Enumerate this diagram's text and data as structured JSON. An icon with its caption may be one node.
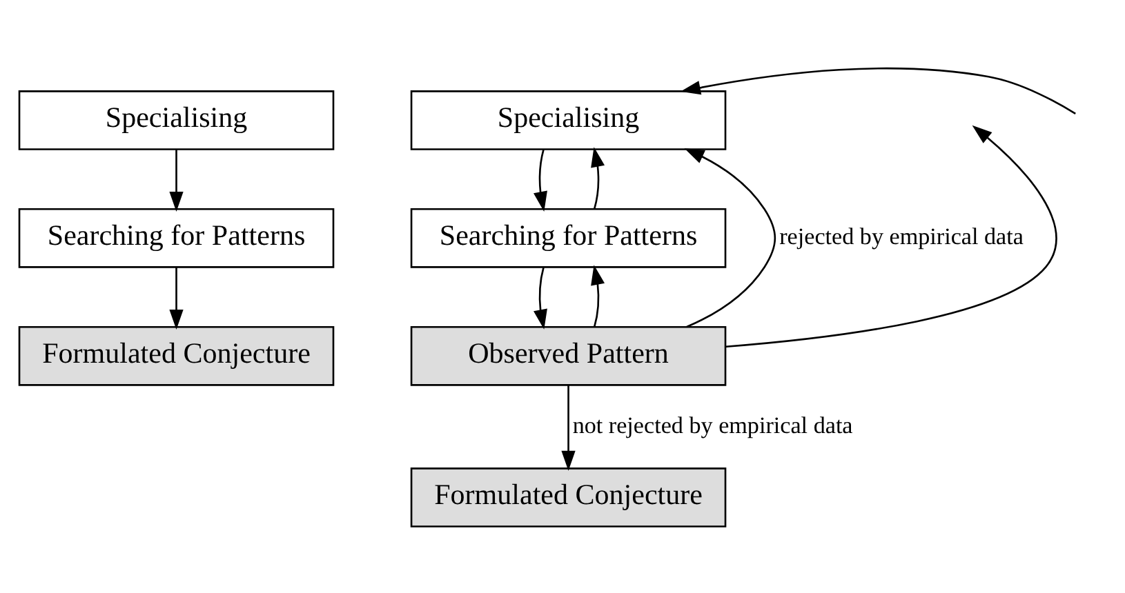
{
  "diagram": {
    "nodes": [
      {
        "text": [
          "Specialising"
        ]
      },
      {
        "text": [
          "Searching for Patterns"
        ]
      },
      {
        "text": [
          "Formulated Conjecture"
        ]
      },
      {
        "text": [
          "Specialising"
        ]
      },
      {
        "text": [
          "Searching for Patterns"
        ]
      },
      {
        "text": [
          "Observed Pattern"
        ]
      },
      {
        "text": [
          "Formulated Conjecture"
        ]
      }
    ],
    "edges": [
      {
        "from": 0,
        "to": 1,
        "arrow": "to"
      },
      {
        "from": 1,
        "to": 2,
        "arrow": "to"
      },
      {
        "from": 3,
        "to": 4,
        "arrow": "to"
      },
      {
        "from": 4,
        "to": 3,
        "arrow": "to"
      },
      {
        "from": 4,
        "to": 5,
        "arrow": "to"
      },
      {
        "from": 5,
        "to": 3,
        "arrow": "to",
        "label": "rejected by empirical data"
      },
      {
        "from": 5,
        "to": 4,
        "arrow": "to"
      },
      {
        "from": 5,
        "to": 6,
        "arrow": "to",
        "label": "not rejected by empirical data"
      },
      {
        "from": null,
        "to": 3,
        "arrow": "to"
      },
      {
        "from": 5,
        "to": null,
        "arrow": "to"
      }
    ]
  }
}
